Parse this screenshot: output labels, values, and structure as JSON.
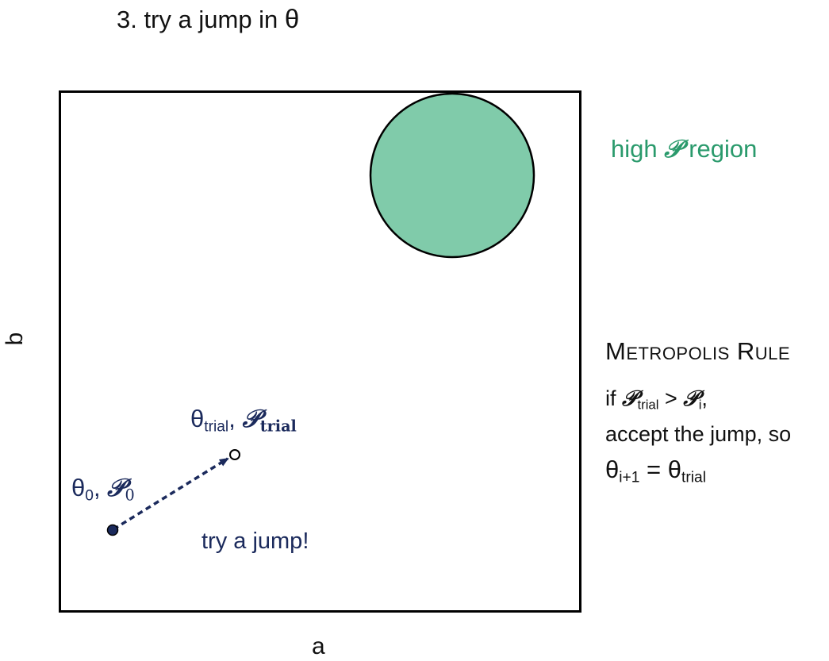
{
  "title": {
    "text": "3. try a jump in ",
    "symbol": "θ"
  },
  "axes": {
    "x_label": "a",
    "y_label": "b"
  },
  "region": {
    "label_prefix": "high ",
    "label_symbol": "𝒫",
    "label_suffix": " region",
    "fill_color": "#80cbaa",
    "label_color": "#2a9a6c"
  },
  "points": {
    "start": {
      "theta": "θ",
      "theta_sub": "0",
      "sep": ", ",
      "p": "𝒫",
      "p_sub": "0"
    },
    "trial": {
      "theta": "θ",
      "theta_sub": "trial",
      "sep": ", ",
      "p": "𝒫",
      "p_sub": "trial"
    },
    "jump_label": "try a jump!",
    "color": "#1b2a5c"
  },
  "rule": {
    "title": "Metropolis Rule",
    "if_word": "if ",
    "p1": "𝒫",
    "p1_sub": "trial",
    "gt": " > ",
    "p2": "𝒫",
    "p2_sub": "i",
    "comma": ",",
    "line2": "accept the jump, so",
    "theta_lhs": "θ",
    "lhs_sub": "i+1",
    "eq": " = ",
    "theta_rhs": "θ",
    "rhs_sub": "trial"
  }
}
